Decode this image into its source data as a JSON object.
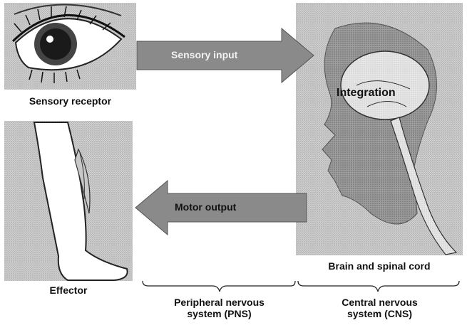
{
  "labels": {
    "sensory_receptor": "Sensory receptor",
    "effector": "Effector",
    "sensory_input": "Sensory input",
    "motor_output": "Motor output",
    "integration": "Integration",
    "brain_spinal_cord": "Brain and spinal cord",
    "pns_line1": "Peripheral nervous",
    "pns_line2": "system (PNS)",
    "cns_line1": "Central nervous",
    "cns_line2": "system (CNS)"
  },
  "colors": {
    "panel_gray": "#c9c9c9",
    "arrow_gray": "#8a8a8a",
    "ink": "#111111"
  },
  "icons": [
    "eye-icon",
    "leg-icon",
    "head-profile-icon"
  ]
}
